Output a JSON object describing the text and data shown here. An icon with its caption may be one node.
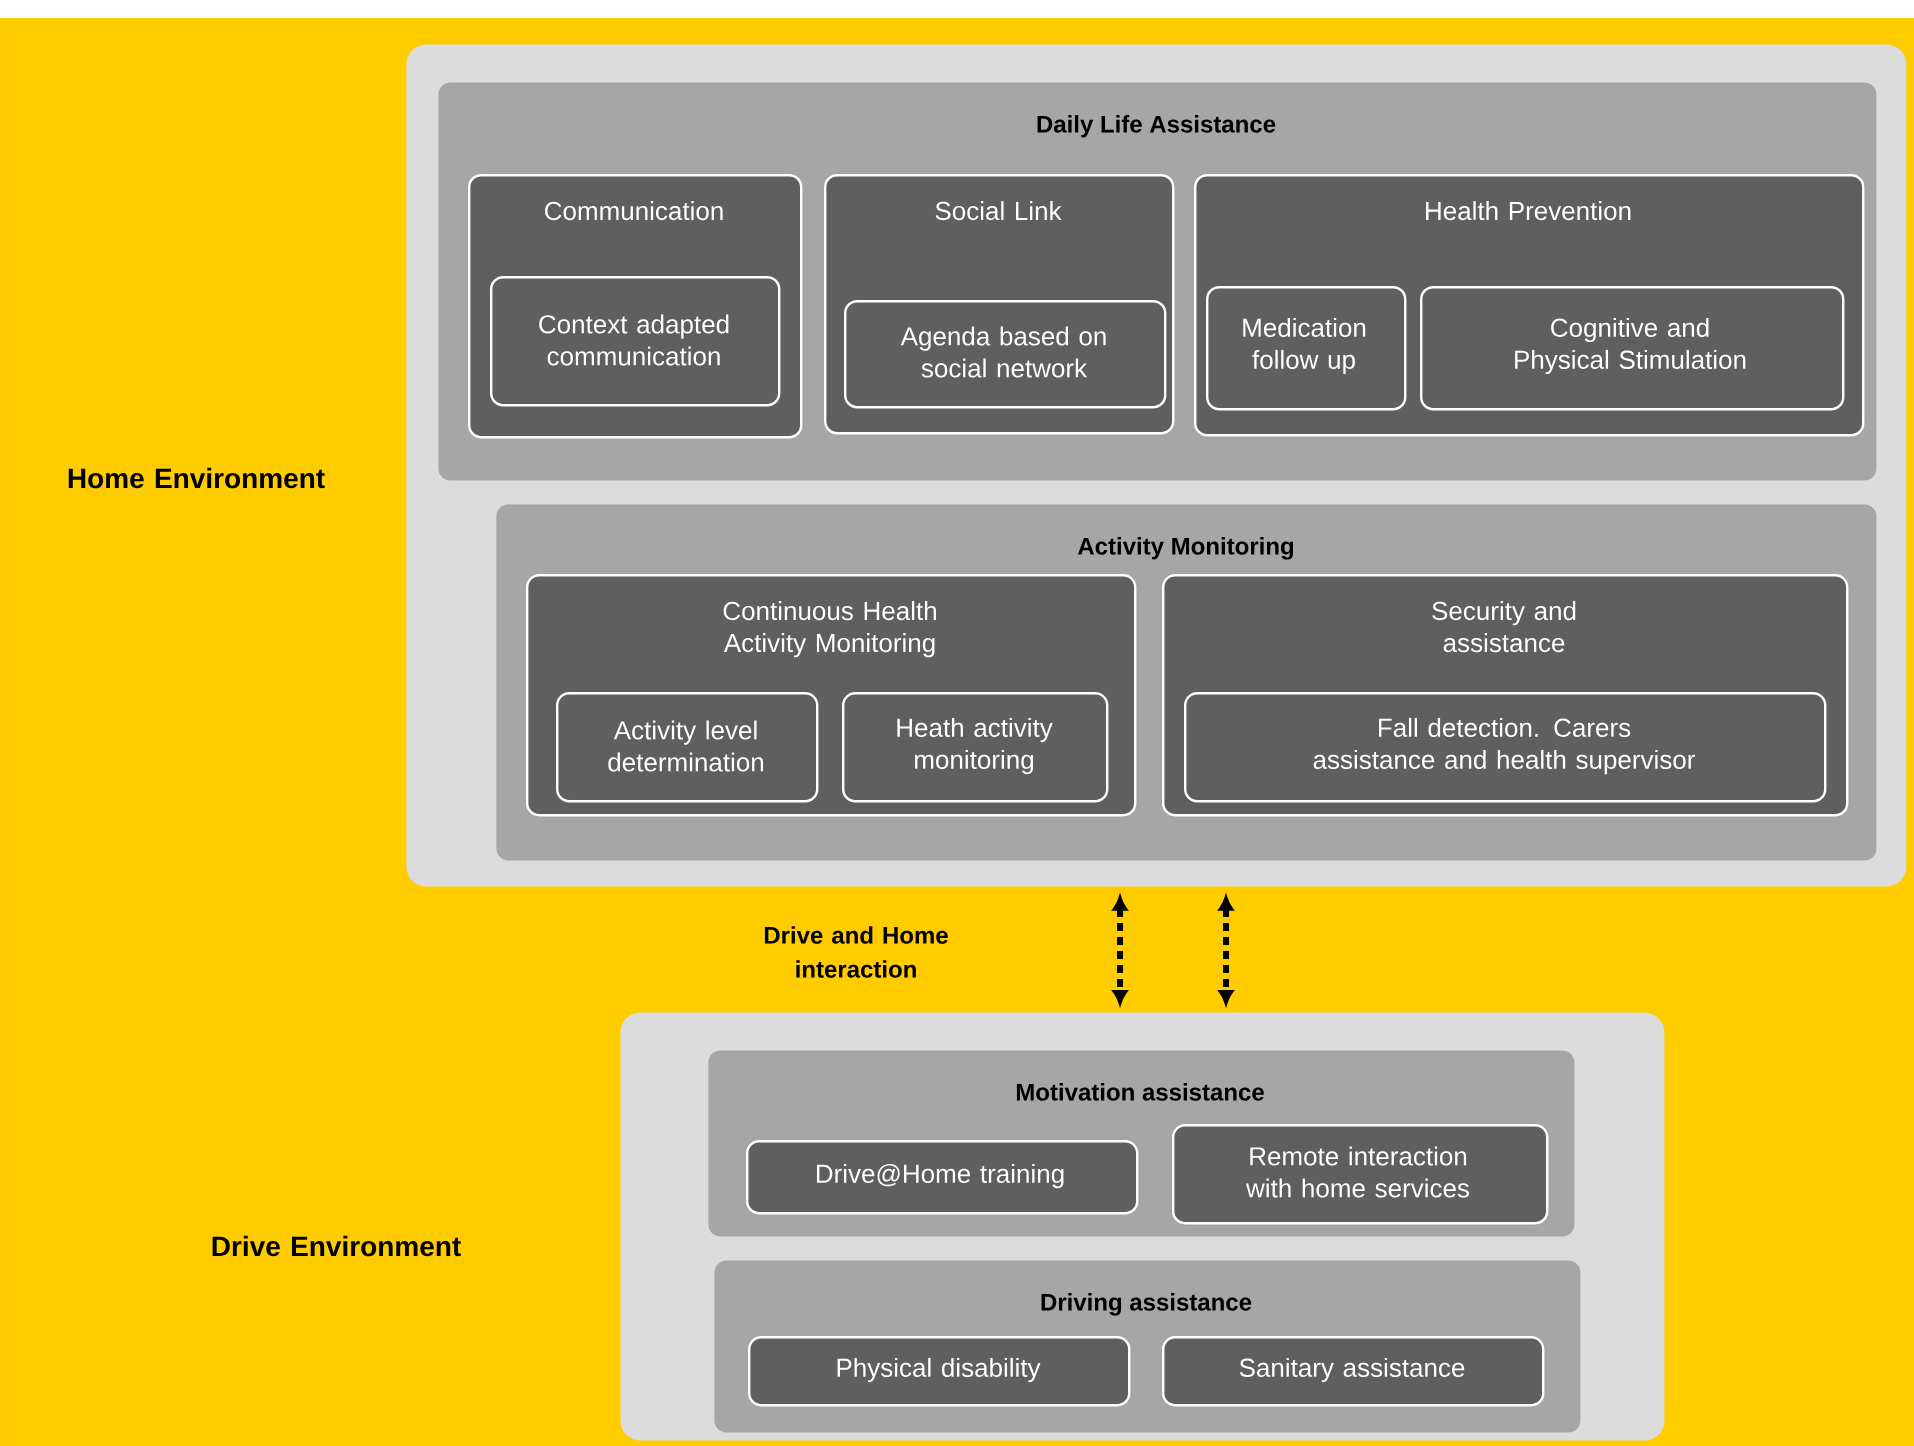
{
  "diagram": {
    "nodes": [
      {
        "text": [],
        "shape": "box"
      },
      {
        "text": [
          "Daily Life Assistance"
        ],
        "in": 0
      },
      {
        "text": [
          "Communication"
        ],
        "in": 1
      },
      {
        "text": [
          "Context adapted communication"
        ],
        "in": 2
      },
      {
        "text": [
          "Social Link"
        ],
        "in": 1
      },
      {
        "text": [
          "Agenda based on social network"
        ],
        "in": 4
      },
      {
        "text": [
          "Health Prevention"
        ],
        "in": 1
      },
      {
        "text": [
          "Medication follow up"
        ],
        "in": 6
      },
      {
        "text": [
          "Cognitive and Physical Stimulation"
        ],
        "in": 6
      },
      {
        "text": [
          "Activity Monitoring"
        ],
        "in": 0
      },
      {
        "text": [
          "Continuous Health Activity Monitoring"
        ],
        "in": 9
      },
      {
        "text": [
          "Activity level determination"
        ],
        "in": 10
      },
      {
        "text": [
          "Heath activity monitoring"
        ],
        "in": 10
      },
      {
        "text": [
          "Security and assistance"
        ],
        "in": 9
      },
      {
        "text": [
          "Fall detection. Carers assistance and health supervisor"
        ],
        "in": 13
      },
      {
        "text": [],
        "shape": "box"
      },
      {
        "text": [
          "Motivation assistance"
        ],
        "in": 15
      },
      {
        "text": [
          "Drive@Home training"
        ],
        "in": 16
      },
      {
        "text": [
          "Remote interaction with home services"
        ],
        "in": 16
      },
      {
        "text": [
          "Driving assistance"
        ],
        "in": 15
      },
      {
        "text": [
          "Physical disability"
        ],
        "in": 19
      },
      {
        "text": [
          "Sanitary assistance"
        ],
        "in": 19
      }
    ],
    "edges": [
      {
        "from": 0,
        "to": 15,
        "arrow": "both",
        "style": "dashed"
      },
      {
        "from": 0,
        "to": 15,
        "arrow": "both",
        "style": "dashed"
      }
    ],
    "labels": [
      "Home Environment",
      "Drive and Home interaction",
      "Drive Environment"
    ]
  }
}
